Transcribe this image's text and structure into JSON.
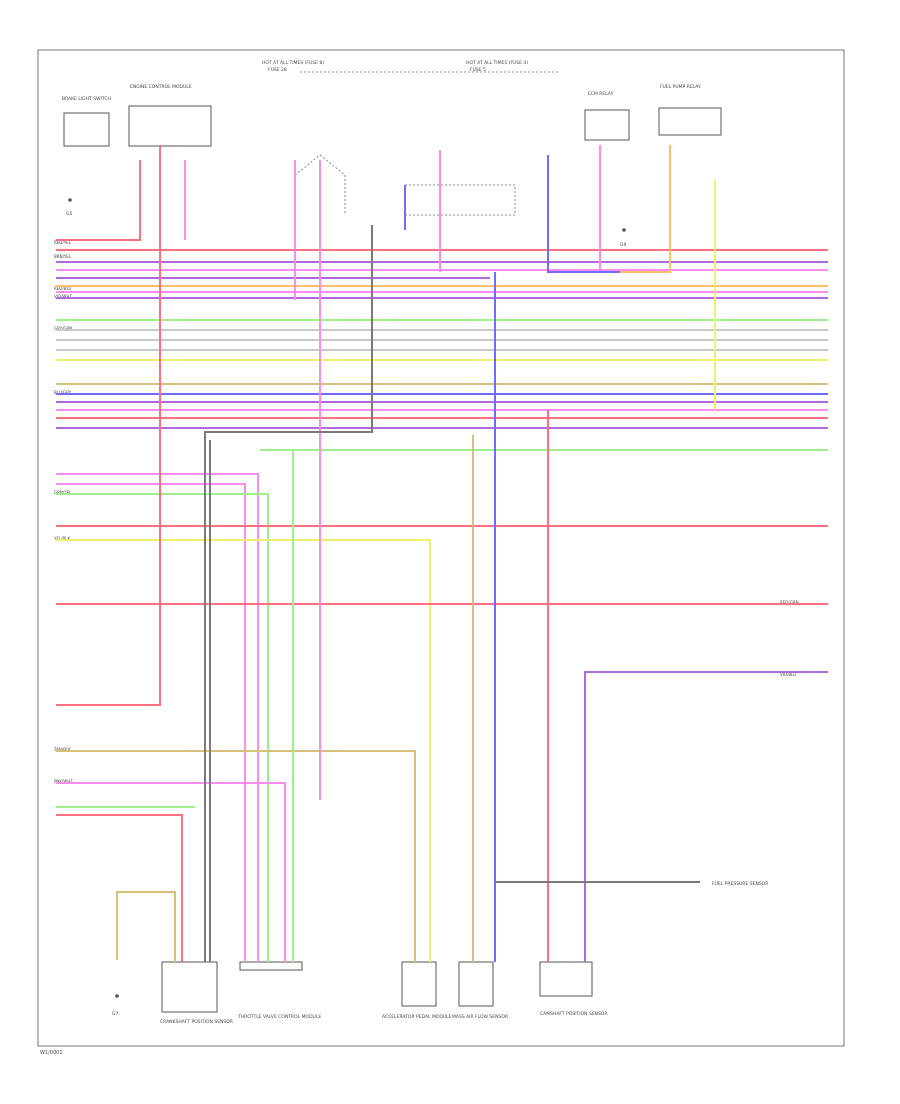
{
  "diagram": {
    "page_id": "W1/0001",
    "top_labels": {
      "feed_left_1": "HOT AT ALL TIMES (FUSE 8)",
      "feed_left_2": "FUSE 28",
      "feed_right_1": "HOT AT ALL TIMES (FUSE 4)",
      "feed_right_2": "FUSE 5"
    },
    "components": {
      "c1": "BRAKE LIGHT SWITCH",
      "c2": "ENGINE CONTROL MODULE",
      "c3": "ECM RELAY",
      "c4": "FUEL PUMP RELAY",
      "c5": "CRANKSHAFT POSITION SENSOR",
      "c6": "THROTTLE VALVE CONTROL MODULE",
      "c7": "ACCELERATOR PEDAL MODULE",
      "c8": "MASS AIR FLOW SENSOR",
      "c9": "CAMSHAFT POSITION SENSOR",
      "c10": "FUEL PRESSURE SENSOR"
    },
    "grounds": {
      "g1": "G5",
      "g2": "G7",
      "g3": "G9"
    },
    "wire_colors": {
      "red": "#ff6f7f",
      "pink": "#ff8af0",
      "violet": "#b06ae0",
      "blue": "#6f6cff",
      "green": "#9ef08a",
      "yellow": "#f2f06a",
      "orange": "#ffbf6a",
      "tan": "#d8c07a",
      "gray": "#c8c8c8",
      "black": "#7a7a7a"
    },
    "wire_codes": {
      "w1": "RED/YEL",
      "w2": "BRN/YEL",
      "w3": "RED/BLU",
      "w4": "VIO/WHT",
      "w5": "GRY/GRN",
      "w6": "BLU/GRY",
      "w7": "GRN/YEL",
      "w8": "YEL/BLK",
      "w9": "PNK/WHT",
      "w10": "TAN/BLK",
      "w11": "RED/GRN",
      "w12": "VIO/BLU"
    }
  }
}
